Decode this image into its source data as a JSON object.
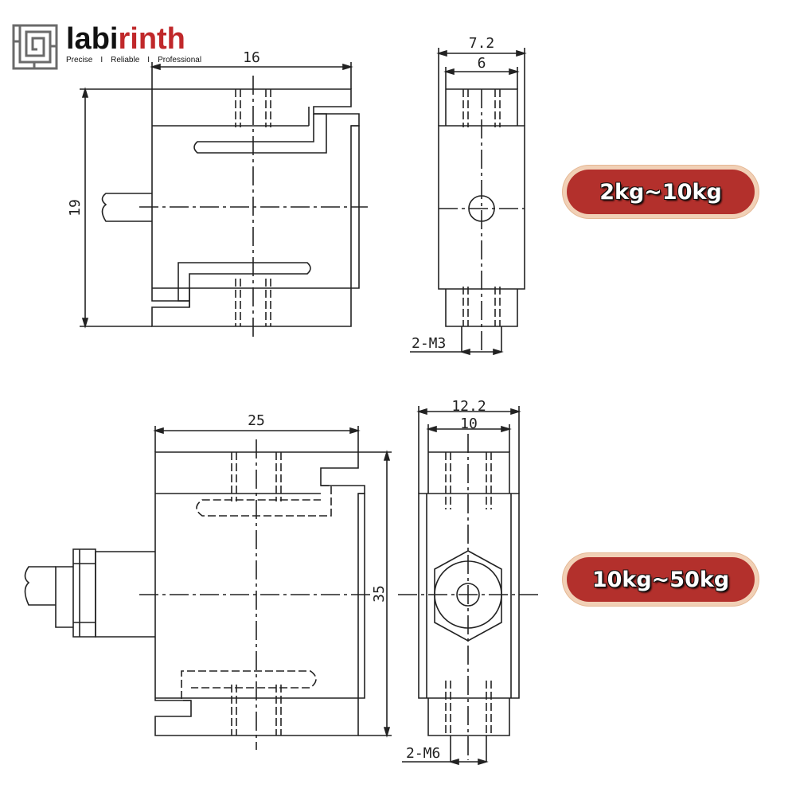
{
  "brand": {
    "name_prefix": "labi",
    "name_accent": "rinth",
    "tagline": [
      "Precise",
      "Reliable",
      "Professional"
    ],
    "separator": "I",
    "logo_icon": "maze-icon",
    "accent_color": "#c0282a"
  },
  "diagram_top": {
    "front": {
      "width_label": "16",
      "height_label": "19"
    },
    "side": {
      "outer_label": "7.2",
      "inner_label": "6",
      "thread_label": "2-M3"
    },
    "range_badge": "2kg~10kg"
  },
  "diagram_bottom": {
    "front": {
      "width_label": "25",
      "height_label": "35"
    },
    "side": {
      "outer_label": "12.2",
      "inner_label": "10",
      "thread_label": "2-M6"
    },
    "range_badge": "10kg~50kg"
  },
  "colors": {
    "badge": "#b3302c",
    "badge_border": "#f1d0b6",
    "line": "#222222"
  }
}
